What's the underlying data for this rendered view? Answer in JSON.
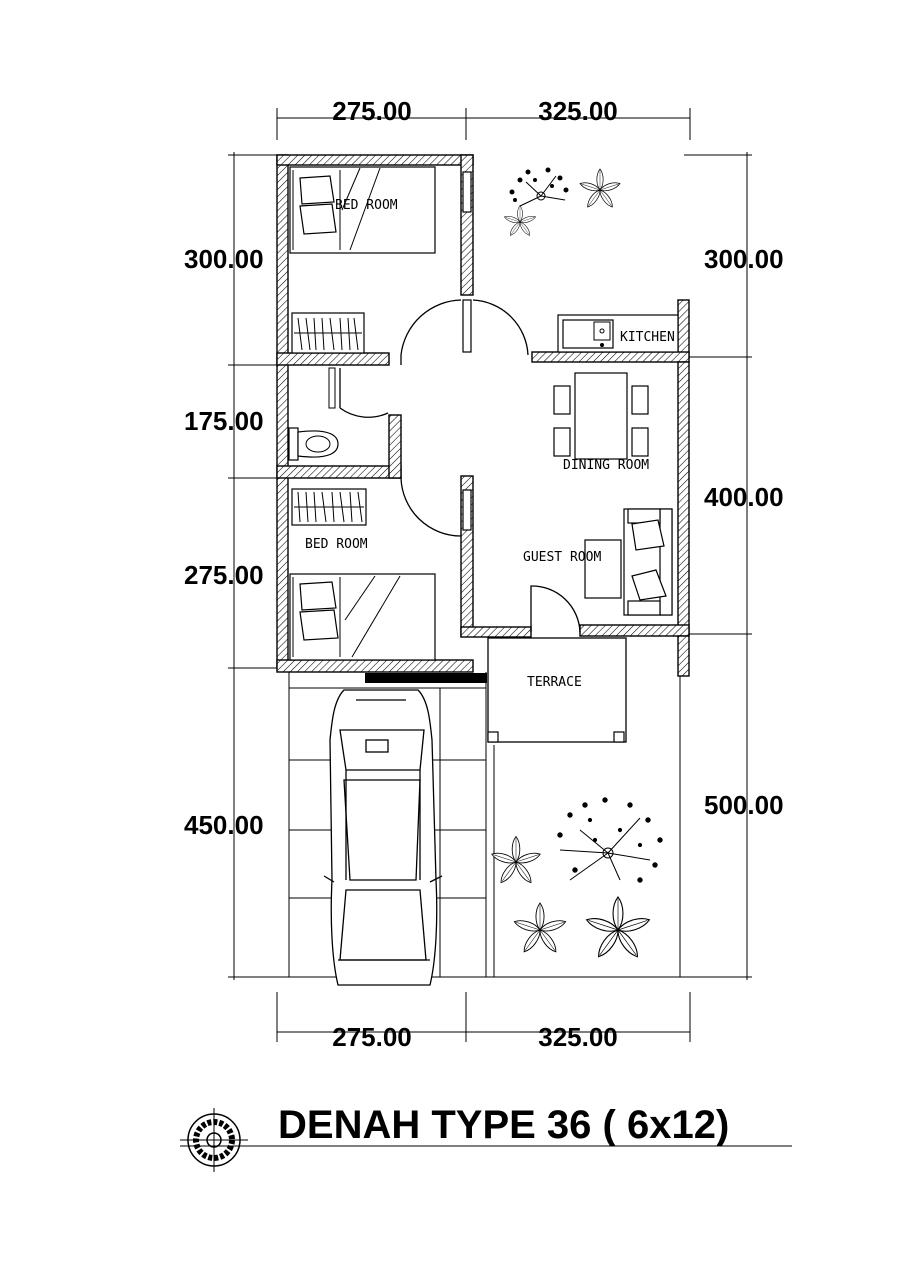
{
  "dimensions": {
    "top": [
      "275.00",
      "325.00"
    ],
    "bottom": [
      "275.00",
      "325.00"
    ],
    "left": [
      "300.00",
      "175.00",
      "275.00",
      "450.00"
    ],
    "right": [
      "300.00",
      "400.00",
      "500.00"
    ]
  },
  "rooms": {
    "bed_room_1": "BED ROOM",
    "bed_room_2": "BED ROOM",
    "kitchen": "KITCHEN",
    "dining_room": "DINING ROOM",
    "guest_room": "GUEST ROOM",
    "terrace": "TERRACE"
  },
  "title": "DENAH  TYPE 36 ( 6x12)"
}
